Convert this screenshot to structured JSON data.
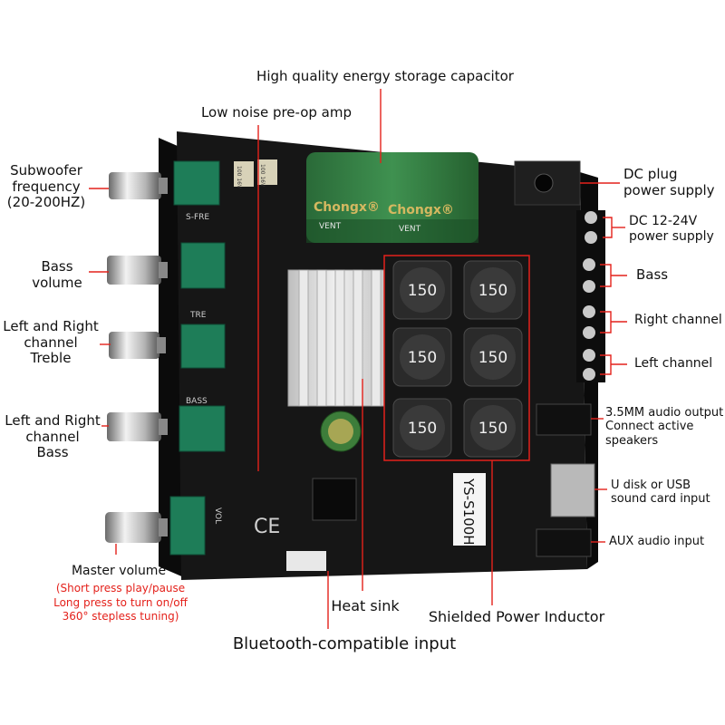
{
  "callouts": {
    "capacitor": "High quality energy storage capacitor",
    "preamp": "Low noise pre-op amp",
    "subwoofer_line1": "Subwoofer",
    "subwoofer_line2": "frequency",
    "subwoofer_line3": "(20-200HZ)",
    "bass_volume_line1": "Bass",
    "bass_volume_line2": "volume",
    "treble_line1": "Left and Right",
    "treble_line2": "channel",
    "treble_line3": "Treble",
    "lr_bass_line1": "Left and Right",
    "lr_bass_line2": "channel",
    "lr_bass_line3": "Bass",
    "master_volume": "Master volume",
    "master_note_1": "(Short press play/pause",
    "master_note_2": "Long press to turn on/off",
    "master_note_3": "360° stepless tuning)",
    "heat_sink": "Heat sink",
    "inductor": "Shielded Power Inductor",
    "bluetooth": "Bluetooth-compatible input",
    "dc_plug_line1": "DC plug",
    "dc_plug_line2": "power supply",
    "dc_supply_line1": "DC 12-24V",
    "dc_supply_line2": "power supply",
    "bass": "Bass",
    "right_channel": "Right channel",
    "left_channel": "Left channel",
    "audio_out_line1": "3.5MM audio output",
    "audio_out_line2": "Connect active",
    "audio_out_line3": "speakers",
    "usb_line1": "U disk or USB",
    "usb_line2": "sound card input",
    "aux": "AUX audio input"
  },
  "board": {
    "capacitor_brand_1": "Chongx®",
    "capacitor_brand_2": "Chongx®",
    "capacitor_vent_1": "VENT",
    "capacitor_vent_2": "VENT",
    "small_cap_1": "100 16V",
    "small_cap_2": "100 16V",
    "inductor_value": "150",
    "model": "YS-S100H",
    "silk_sfre": "S-FRE",
    "silk_tre": "TRE",
    "silk_bass": "BASS",
    "silk_vol": "VOL",
    "ce_mark": "CE"
  },
  "colors": {
    "callout_line": "#e4211b",
    "note_text": "#e4211b",
    "pcb": "#121212",
    "pot_green": "#1e7d58",
    "capacitor_green": "#2e7d42",
    "capacitor_gold": "#d4b860",
    "inductor": "#2a2a2a",
    "heatsink": "#d8d8d8"
  }
}
